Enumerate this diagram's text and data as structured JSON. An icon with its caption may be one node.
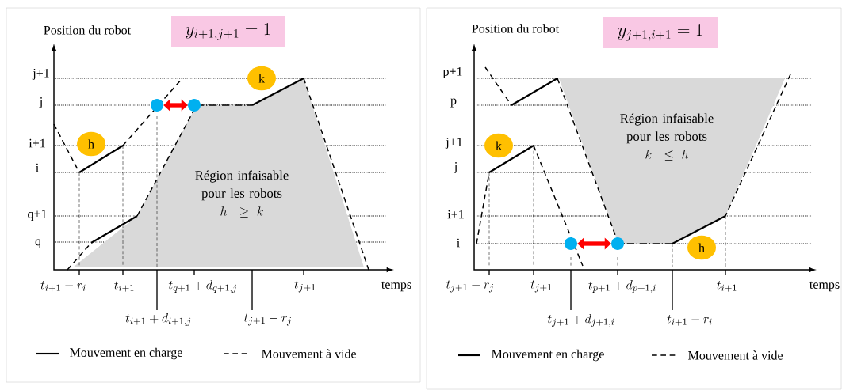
{
  "diagram": {
    "nodes": [
      {
        "text": [
          "y_{i+1,j+1}=1"
        ]
      },
      {
        "text": [
          "h"
        ]
      },
      {
        "text": [
          "k"
        ]
      },
      {
        "text": [
          "Région infaisable pour les robots",
          "h \\ \\geq k"
        ]
      },
      {
        "text": [],
        "shape": "circle"
      },
      {
        "text": [],
        "shape": "circle"
      },
      {
        "text": [
          "y_{j+1,i+1}=1"
        ]
      },
      {
        "text": [
          "k"
        ]
      },
      {
        "text": [
          "h"
        ]
      },
      {
        "text": [
          "Région infaisable pour les robots",
          "k \\ \\leq h"
        ]
      },
      {
        "text": [],
        "shape": "circle"
      },
      {
        "text": [],
        "shape": "circle"
      }
    ],
    "edges": [
      {
        "from": 4,
        "to": 5,
        "arrow": "both"
      },
      {
        "from": 10,
        "to": 11,
        "arrow": "both"
      }
    ],
    "labels": [
      "Position du robot",
      "j+1",
      "j",
      "i+1",
      "i",
      "q+1",
      "q",
      "t_{i+1}-r_i",
      "t_{i+1}",
      "t_{q+1}+d_{q+1,j}",
      "t_{j+1}",
      "temps",
      "t_{i+1}+d_{i+1,j}",
      "t_{j+1}-r_j",
      "Position du robot",
      "p+1",
      "p",
      "j+1",
      "j",
      "i+1",
      "i",
      "t_{j+1}-r_j",
      "t_{j+1}",
      "t_{p+1}+d_{p+1,i}",
      "t_{i+1}",
      "temps",
      "t_{j+1}+d_{j+1,i}",
      "t_{i+1}-r_i"
    ],
    "legend": [
      {
        "text": "Mouvement en charge"
      },
      {
        "text": "Mouvement à vide"
      },
      {
        "text": "Mouvement en charge"
      },
      {
        "text": "Mouvement à vide"
      }
    ]
  }
}
